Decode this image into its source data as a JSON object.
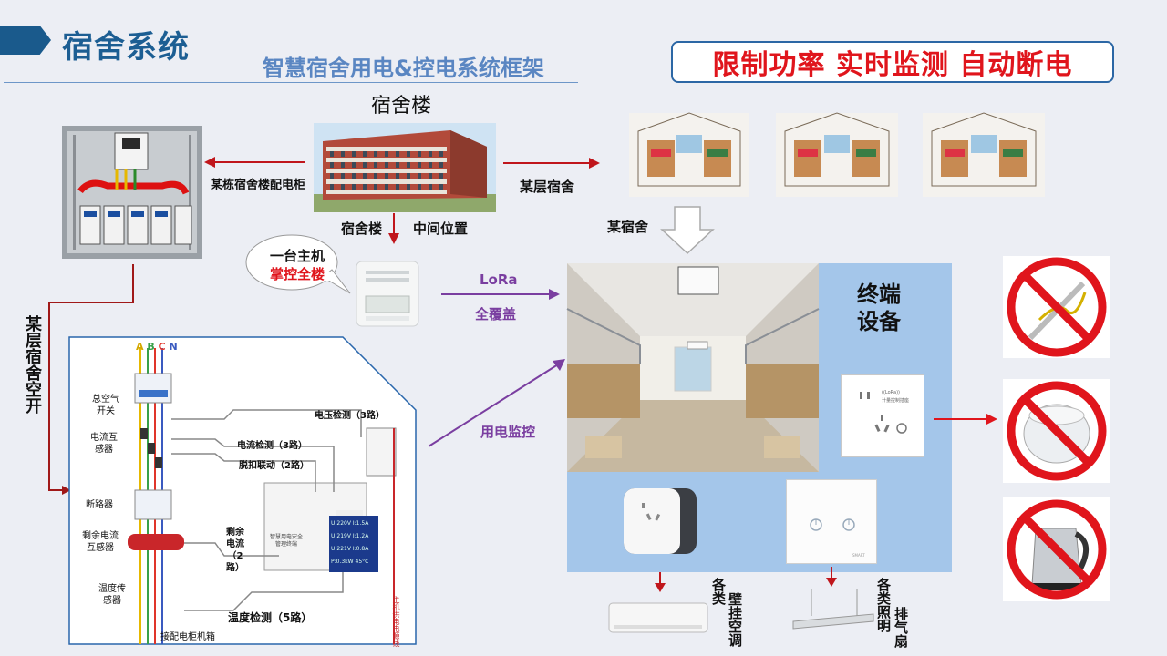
{
  "header": {
    "title": "宿舍系统",
    "subtitle": "智慧宿舍用电&控电系统框架",
    "slogan": "限制功率 实时监测 自动断电"
  },
  "labels": {
    "building": "宿舍楼",
    "cabinet": "某栋宿舍楼配电柜",
    "floor_dorm": "某层宿舍",
    "building_bottom_left": "宿舍楼",
    "building_bottom_right": "中间位置",
    "some_dorm": "某宿舍",
    "host_line1": "一台主机",
    "host_line2": "掌控全楼",
    "lora": "LoRa",
    "full_coverage": "全覆盖",
    "power_monitor": "用电监控",
    "terminal_line1": "终端",
    "terminal_line2": "设备",
    "floor_switch": "某层宿舍空开",
    "ac_label_a": "各类",
    "ac_label_b": "壁挂空调",
    "light_label_a": "各类照明",
    "light_label_b": "排气扇",
    "socket_text_1": "((LoRa))",
    "socket_text_2": "计量控制插座",
    "panel_brand": "SMART"
  },
  "wiring": {
    "phases": [
      "A",
      "B",
      "C",
      "N"
    ],
    "main_switch": "总空气开关",
    "current_transformer": "电流互感器",
    "breaker": "断路器",
    "residual_transformer": "剩余电流互感器",
    "temp_sensor": "温度传感器",
    "cabinet_box": "接配电柜机箱",
    "voltage_detect": "电压检测（3路）",
    "current_detect": "电流检测（3路）",
    "trip_link": "脱扣联动（2路）",
    "residual_current": "剩余电流（2路）",
    "temp_detect": "温度检测（5路）",
    "device_label": "智慧用电安全管理终端",
    "red_wire_text": "主机供电电源线",
    "display_lines": [
      "U:220V  I:1.5A",
      "U:219V  I:1.2A",
      "U:221V  I:0.8A",
      "P:0.3kW  45°C"
    ]
  },
  "icons": [
    "no-kettle-heater-icon",
    "no-rice-cooker-icon",
    "no-electric-kettle-icon"
  ],
  "colors": {
    "accent_red": "#e0151c",
    "arrow_red": "#c0161c",
    "purple": "#7a3ea0",
    "title_blue": "#1c5e93",
    "panel_blue": "#a4c6ea"
  }
}
